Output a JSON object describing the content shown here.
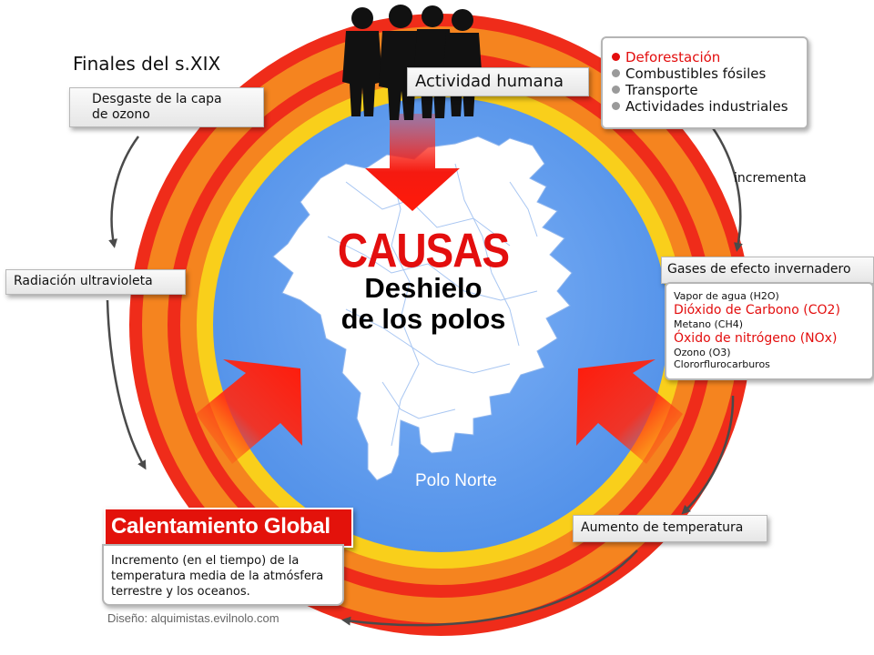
{
  "colors": {
    "outer_ring": "#ef2c1a",
    "orange_ring": "#f5841f",
    "yellow_ring": "#f9cf1b",
    "ocean": "#5b9bf0",
    "accent_red": "#e30e0e",
    "bullet_grey": "#9a9a9a"
  },
  "center": {
    "title": "CAUSAS",
    "subtitle_line1": "Deshielo",
    "subtitle_line2": "de los polos",
    "region_label": "Polo Norte"
  },
  "era_label": "Finales del s.XIX",
  "boxes": {
    "human_activity": "Actividad humana",
    "ozone_line1": "Desgaste de la capa",
    "ozone_line2": "de ozono",
    "uv_radiation": "Radiación ultravioleta",
    "greenhouse_title": "Gases de efecto invernadero",
    "temperature_rise": "Aumento de temperatura",
    "global_warming_title": "Calentamiento Global"
  },
  "human_activity_list": [
    {
      "text": "Deforestación",
      "highlight": true
    },
    {
      "text": "Combustibles fósiles",
      "highlight": false
    },
    {
      "text": "Transporte",
      "highlight": false
    },
    {
      "text": "Actividades industriales",
      "highlight": false
    }
  ],
  "increments_label": "incrementa",
  "greenhouse_gases": [
    {
      "text": "Vapor de agua (H2O)",
      "highlight": false
    },
    {
      "text": "Dióxido de Carbono (CO2)",
      "highlight": true
    },
    {
      "text": "Metano (CH4)",
      "highlight": false
    },
    {
      "text": "Óxido de nitrógeno (NOx)",
      "highlight": true
    },
    {
      "text": "Ozono (O3)",
      "highlight": false
    },
    {
      "text": "Clororflurocarburos",
      "highlight": false
    }
  ],
  "global_warming_desc": [
    "Incremento (en el tiempo) de la",
    "temperatura media de la atmósfera",
    "terrestre y los oceanos."
  ],
  "credit": "Diseño: alquimistas.evilnolo.com"
}
